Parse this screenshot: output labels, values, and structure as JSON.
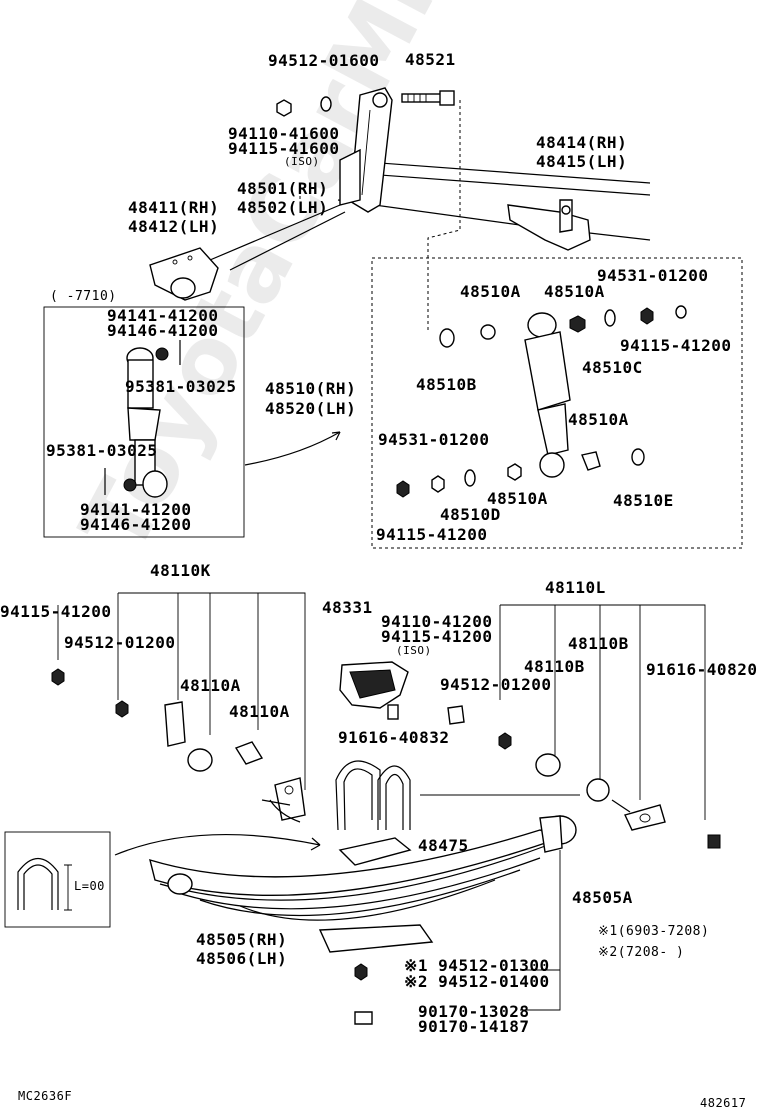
{
  "diagram_code": "MC2636F",
  "diagram_id": "482617",
  "watermark": "ToyotaCarMine.ru",
  "labels": {
    "p94512_01600": "94512-01600",
    "p48521": "48521",
    "p94110_41600": "94110-41600",
    "p94115_41600": "94115-41600",
    "iso_top": "(ISO)",
    "p48414": "48414(RH)",
    "p48415": "48415(LH)",
    "p48501": "48501(RH)",
    "p48502": "48502(LH)",
    "p48411": "48411(RH)",
    "p48412": "48412(LH)",
    "range_7710": "(   -7710)",
    "p94531_top": "94531-01200",
    "p48510A_1": "48510A",
    "p48510A_2": "48510A",
    "p94141_top": "94141-41200",
    "p94146_top": "94146-41200",
    "p94115_41200_r": "94115-41200",
    "p48510C": "48510C",
    "p95381_a": "95381-03025",
    "p48510": "48510(RH)",
    "p48520": "48520(LH)",
    "p48510B": "48510B",
    "p48510A_3": "48510A",
    "p94531_mid": "94531-01200",
    "p95381_b": "95381-03025",
    "p48510A_4": "48510A",
    "p48510E": "48510E",
    "p94141_bot": "94141-41200",
    "p94146_bot": "94146-41200",
    "p48510D": "48510D",
    "p94115_41200_box": "94115-41200",
    "p48110K": "48110K",
    "p48110L": "48110L",
    "p94115_41200_l": "94115-41200",
    "p94512_01200_l": "94512-01200",
    "p48331": "48331",
    "p94110_41200": "94110-41200",
    "p94115_41200_c": "94115-41200",
    "iso_mid": "(ISO)",
    "p48110B_1": "48110B",
    "p48110B_2": "48110B",
    "p91616_40820": "91616-40820",
    "p48110A_1": "48110A",
    "p48110A_2": "48110A",
    "p94512_01200_c": "94512-01200",
    "p91616_40832": "91616-40832",
    "p48475": "48475",
    "p48505A": "48505A",
    "l_eq": "L=00",
    "note1": "※1(6903-7208)",
    "note2": "※2(7208-    )",
    "p48505": "48505(RH)",
    "p48506": "48506(LH)",
    "p94512_01300": "※1 94512-01300",
    "p94512_01400": "※2 94512-01400",
    "p90170_13028": "90170-13028",
    "p90170_14187": "90170-14187"
  }
}
